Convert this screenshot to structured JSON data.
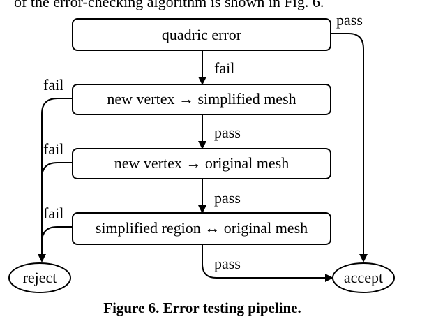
{
  "previous_line": "of the error-checking algorithm is shown in Fig. 6.",
  "nodes": {
    "quadric_error": "quadric error",
    "new_vertex_simplified": "new vertex → simplified mesh",
    "new_vertex_original": "new vertex → original mesh",
    "simplified_region_original": "simplified region ↔ original mesh",
    "reject": "reject",
    "accept": "accept"
  },
  "edge_labels": {
    "quadric_to_accept": "pass",
    "quadric_to_step2": "fail",
    "step2_to_reject": "fail",
    "step2_to_step3": "pass",
    "step3_to_reject": "fail",
    "step3_to_step4": "pass",
    "step4_to_reject": "fail",
    "step4_to_accept": "pass"
  },
  "caption": "Figure 6. Error testing pipeline."
}
